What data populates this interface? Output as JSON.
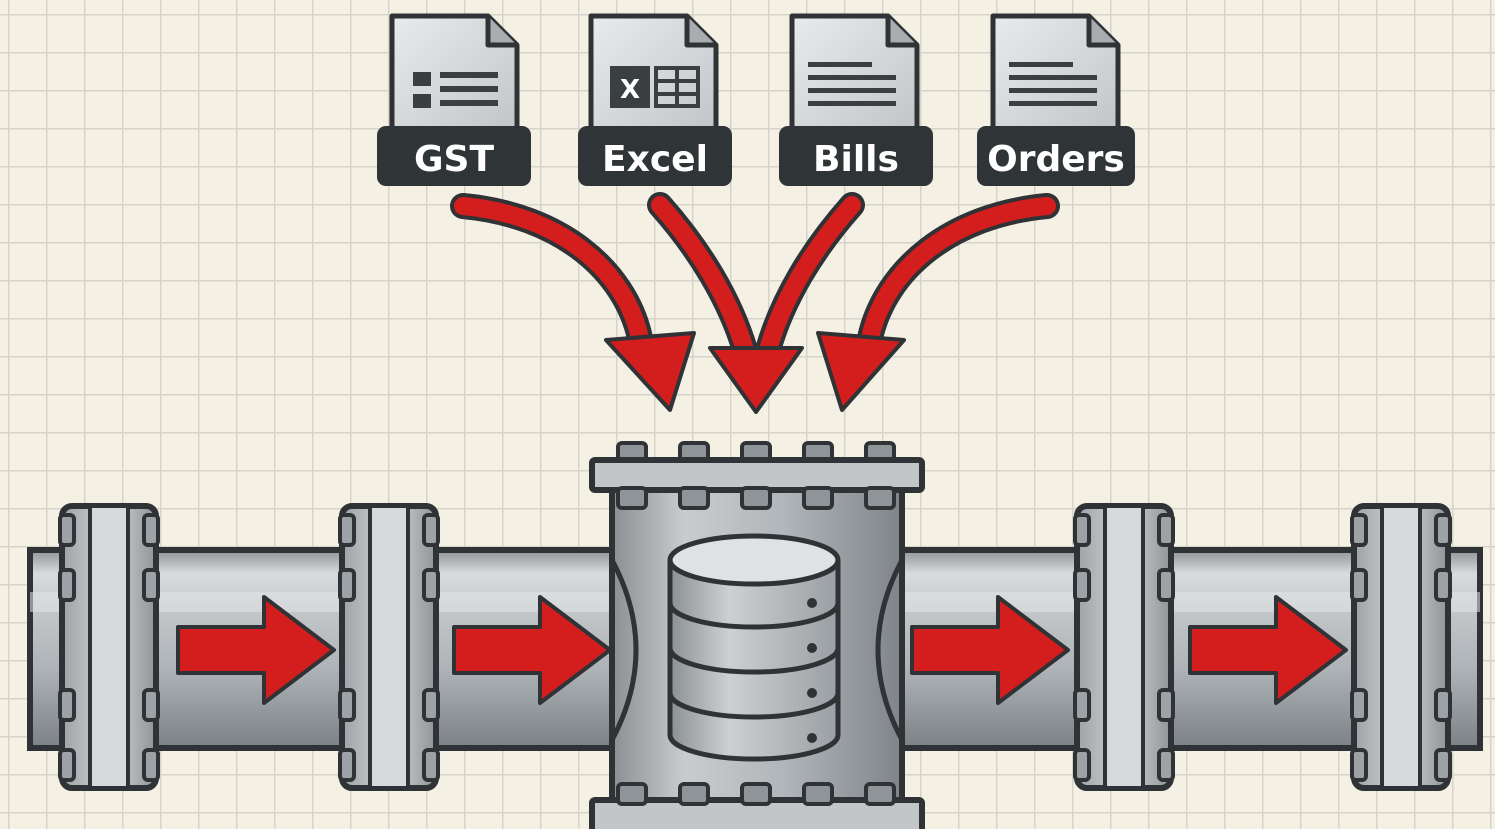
{
  "sources": [
    {
      "label": "GST",
      "icon": "form-document-icon"
    },
    {
      "label": "Excel",
      "icon": "excel-document-icon",
      "glyph": "X"
    },
    {
      "label": "Bills",
      "icon": "text-document-icon"
    },
    {
      "label": "Orders",
      "icon": "text-document-icon"
    }
  ],
  "hub": {
    "icon": "database-icon"
  },
  "colors": {
    "arrow": "#d41d1d",
    "pipe": "#b8bdc1",
    "outline": "#2f3336",
    "label_bg": "#2f3437",
    "paper": "#f4f0e4",
    "grid": "#d6d3ca"
  }
}
